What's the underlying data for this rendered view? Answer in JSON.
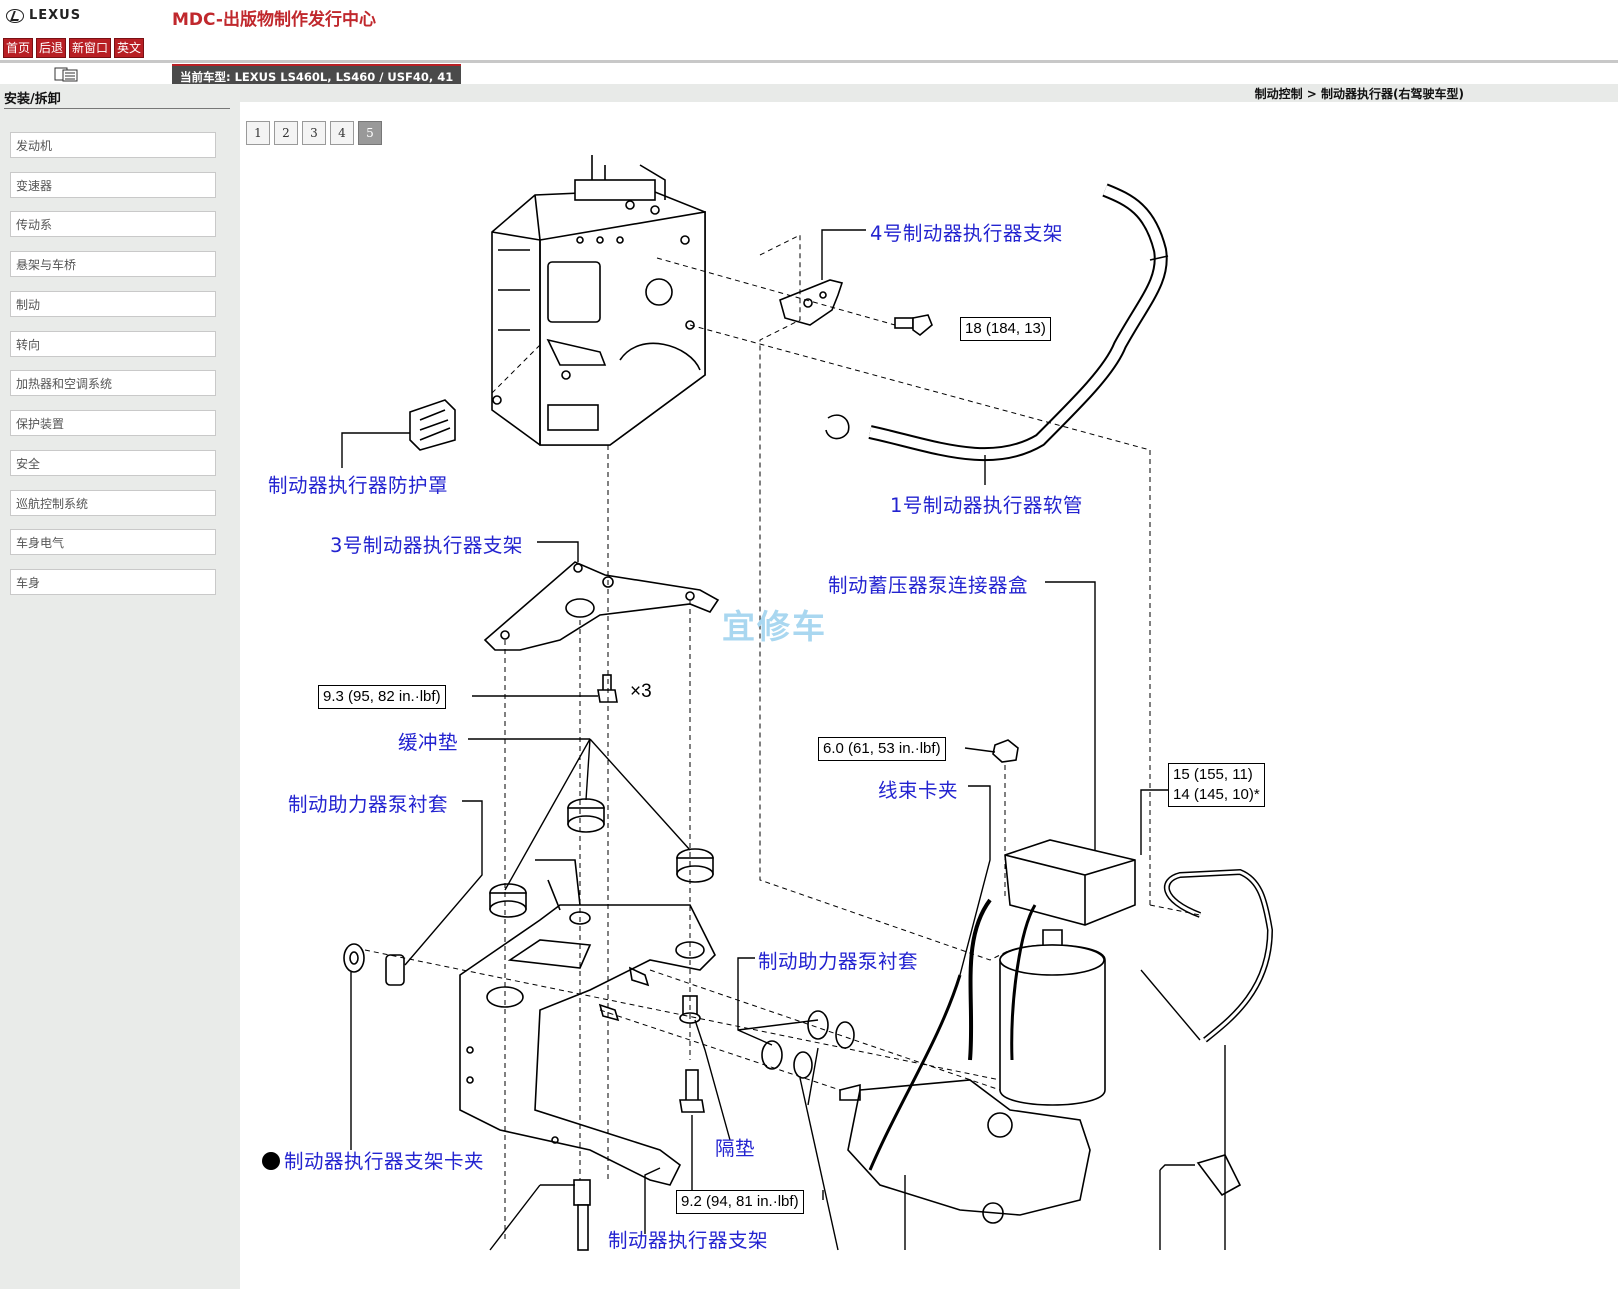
{
  "header": {
    "brand": "LEXUS",
    "title": "MDC-出版物制作发行中心",
    "nav": [
      "首页",
      "后退",
      "新窗口",
      "英文"
    ]
  },
  "model_bar": "当前车型: LEXUS LS460L, LS460 / USF40, 41",
  "sidebar": {
    "heading": "安装/拆卸",
    "items": [
      "发动机",
      "变速器",
      "传动系",
      "悬架与车桥",
      "制动",
      "转向",
      "加热器和空调系统",
      "保护装置",
      "安全",
      "巡航控制系统",
      "车身电气",
      "车身"
    ]
  },
  "breadcrumb": "制动控制 > 制动器执行器(右驾驶车型)",
  "pager": {
    "pages": [
      "1",
      "2",
      "3",
      "4",
      "5"
    ],
    "active": "5"
  },
  "diagram": {
    "labels": {
      "bracket4": "4号制动器执行器支架",
      "protector": "制动器执行器防护罩",
      "hose1": "1号制动器执行器软管",
      "bracket3": "3号制动器执行器支架",
      "connector_box": "制动蓄压器泵连接器盒",
      "cushion": "缓冲垫",
      "pump_bushing_left": "制动助力器泵衬套",
      "harness_clamp": "线束卡夹",
      "pump_bushing_right": "制动助力器泵衬套",
      "bracket_clip": "制动器执行器支架卡夹",
      "spacer": "隔垫",
      "bracket": "制动器执行器支架"
    },
    "torques": {
      "t18": "18 (184, 13)",
      "t93": "9.3 (95, 82 in.·lbf)",
      "t60": "6.0 (61, 53 in.·lbf)",
      "t15": "15 (155, 11)",
      "t14": "14 (145, 10)*",
      "t92": "9.2 (94, 81 in.·lbf)"
    },
    "multiplier": "×3",
    "watermark": "宜修车"
  }
}
